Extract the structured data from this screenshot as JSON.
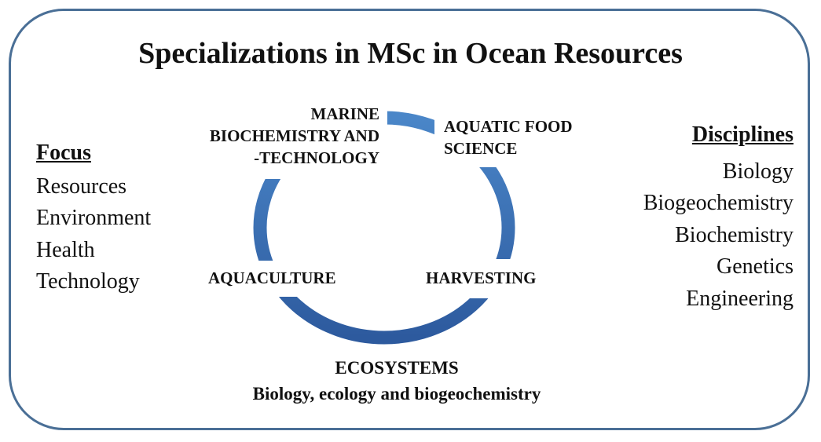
{
  "title": "Specializations in MSc in Ocean Resources",
  "focus": {
    "heading": "Focus",
    "items": [
      "Resources",
      "Environment",
      "Health",
      "Technology"
    ]
  },
  "disciplines": {
    "heading": "Disciplines",
    "items": [
      "Biology",
      "Biogeochemistry",
      "Biochemistry",
      "Genetics",
      "Engineering"
    ]
  },
  "cycle": {
    "marine": [
      "MARINE",
      "BIOCHEMISTRY AND",
      "-TECHNOLOGY"
    ],
    "aquatic": [
      "AQUATIC FOOD",
      "SCIENCE"
    ],
    "harvesting": "HARVESTING",
    "aquaculture": "AQUACULTURE",
    "ecosystems": "ECOSYSTEMS",
    "ecosystems_sub": "Biology, ecology and biogeochemistry"
  },
  "colors": {
    "ring": "#3a6db0",
    "border": "#4a6f96"
  }
}
